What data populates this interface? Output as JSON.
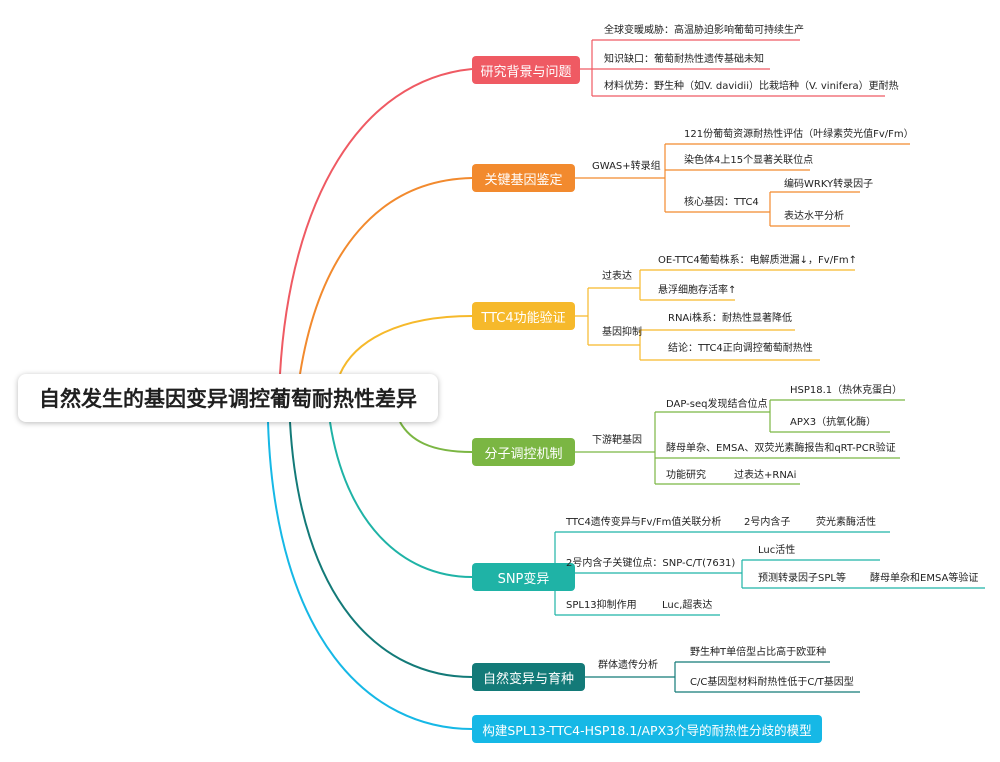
{
  "root": {
    "title": "自然发生的基因变异调控葡萄耐热性差异"
  },
  "branches": [
    {
      "title": "研究背景与问题",
      "color": "#ef5a63",
      "items": [
        "全球变暖威胁：高温胁迫影响葡萄可持续生产",
        "知识缺口：葡萄耐热性遗传基础未知",
        "材料优势：野生种（如V. davidii）比栽培种（V. vinifera）更耐热"
      ]
    },
    {
      "title": "关键基因鉴定",
      "color": "#f28a2e",
      "sub": "GWAS+转录组",
      "items": [
        "121份葡萄资源耐热性评估（叶绿素荧光值Fv/Fm）",
        "染色体4上15个显著关联位点",
        "核心基因：TTC4"
      ],
      "subitems": [
        "编码WRKY转录因子",
        "表达水平分析"
      ]
    },
    {
      "title": "TTC4功能验证",
      "color": "#f6b92b",
      "groups": [
        {
          "label": "过表达",
          "items": [
            "OE-TTC4葡萄株系：电解质泄漏↓，Fv/Fm↑",
            "悬浮细胞存活率↑"
          ]
        },
        {
          "label": "基因抑制",
          "items": [
            "RNAi株系：耐热性显著降低",
            "结论：TTC4正向调控葡萄耐热性"
          ]
        }
      ]
    },
    {
      "title": "分子调控机制",
      "color": "#7bb643",
      "sub": "下游靶基因",
      "items": [
        "DAP-seq发现结合位点",
        "酵母单杂、EMSA、双荧光素酶报告和qRT-PCR验证",
        "功能研究"
      ],
      "targets": [
        "HSP18.1（热休克蛋白）",
        "APX3（抗氧化酶）"
      ],
      "method": "过表达+RNAi"
    },
    {
      "title": "SNP变异",
      "color": "#1fb3a6",
      "items": [
        "TTC4遗传变异与Fv/Fm值关联分析",
        "2号内含子关键位点：SNP-C/T(7631)",
        "SPL13抑制作用"
      ],
      "sub1": "2号内含子",
      "sub1b": "荧光素酶活性",
      "snp_items": [
        "Luc活性",
        "预测转录因子SPL等"
      ],
      "snp_verify": "酵母单杂和EMSA等验证",
      "spl_sub": "Luc,超表达"
    },
    {
      "title": "自然变异与育种",
      "color": "#137a78",
      "sub": "群体遗传分析",
      "items": [
        "野生种T单倍型占比高于欧亚种",
        "C/C基因型材料耐热性低于C/T基因型"
      ]
    },
    {
      "title": "构建SPL13-TTC4-HSP18.1/APX3介导的耐热性分歧的模型",
      "color": "#16b8e6"
    }
  ]
}
